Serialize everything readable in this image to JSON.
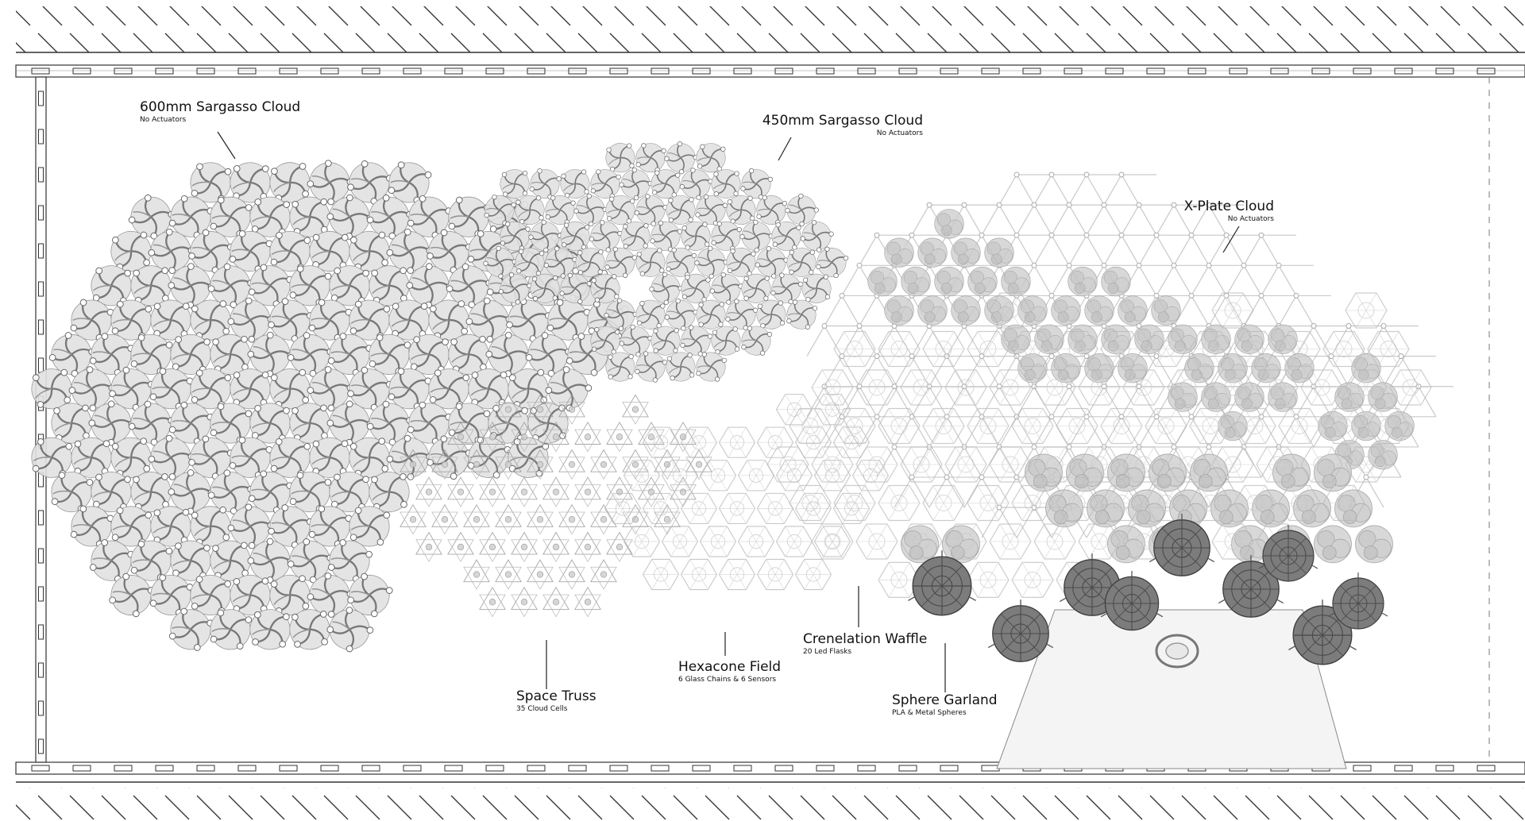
{
  "labels": {
    "sargasso600": {
      "title": "600mm Sargasso Cloud",
      "sub": "No Actuators"
    },
    "sargasso450": {
      "title": "450mm Sargasso Cloud",
      "sub": "No Actuators"
    },
    "xplate": {
      "title": "X-Plate Cloud",
      "sub": "No Actuators"
    },
    "space_truss": {
      "title": "Space Truss",
      "sub": "35 Cloud Cells"
    },
    "hexacone": {
      "title": "Hexacone Field",
      "sub": "6 Glass Chains & 6 Sensors"
    },
    "crenelation": {
      "title": "Crenelation Waffle",
      "sub": "20 Led Flasks"
    },
    "sphere_garland": {
      "title": "Sphere Garland",
      "sub": "PLA & Metal Spheres"
    }
  },
  "colors": {
    "ink": "#111111",
    "line": "#666666",
    "cloud": "#9a9a9a",
    "light": "#c8c8c8"
  }
}
